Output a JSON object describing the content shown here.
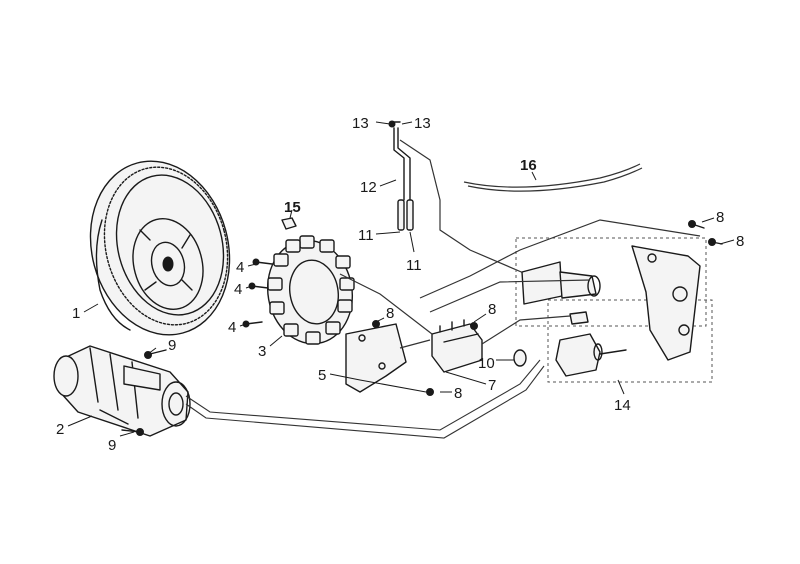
{
  "callouts": {
    "c1": "1",
    "c2": "2",
    "c3": "3",
    "c4a": "4",
    "c4b": "4",
    "c4c": "4",
    "c5": "5",
    "c7": "7",
    "c8a": "8",
    "c8b": "8",
    "c8c": "8",
    "c8d": "8",
    "c8e": "8",
    "c9a": "9",
    "c9b": "9",
    "c10": "10",
    "c11a": "11",
    "c11b": "11",
    "c12": "12",
    "c13a": "13",
    "c13b": "13",
    "c14": "14",
    "c15": "15",
    "c16": "16"
  }
}
